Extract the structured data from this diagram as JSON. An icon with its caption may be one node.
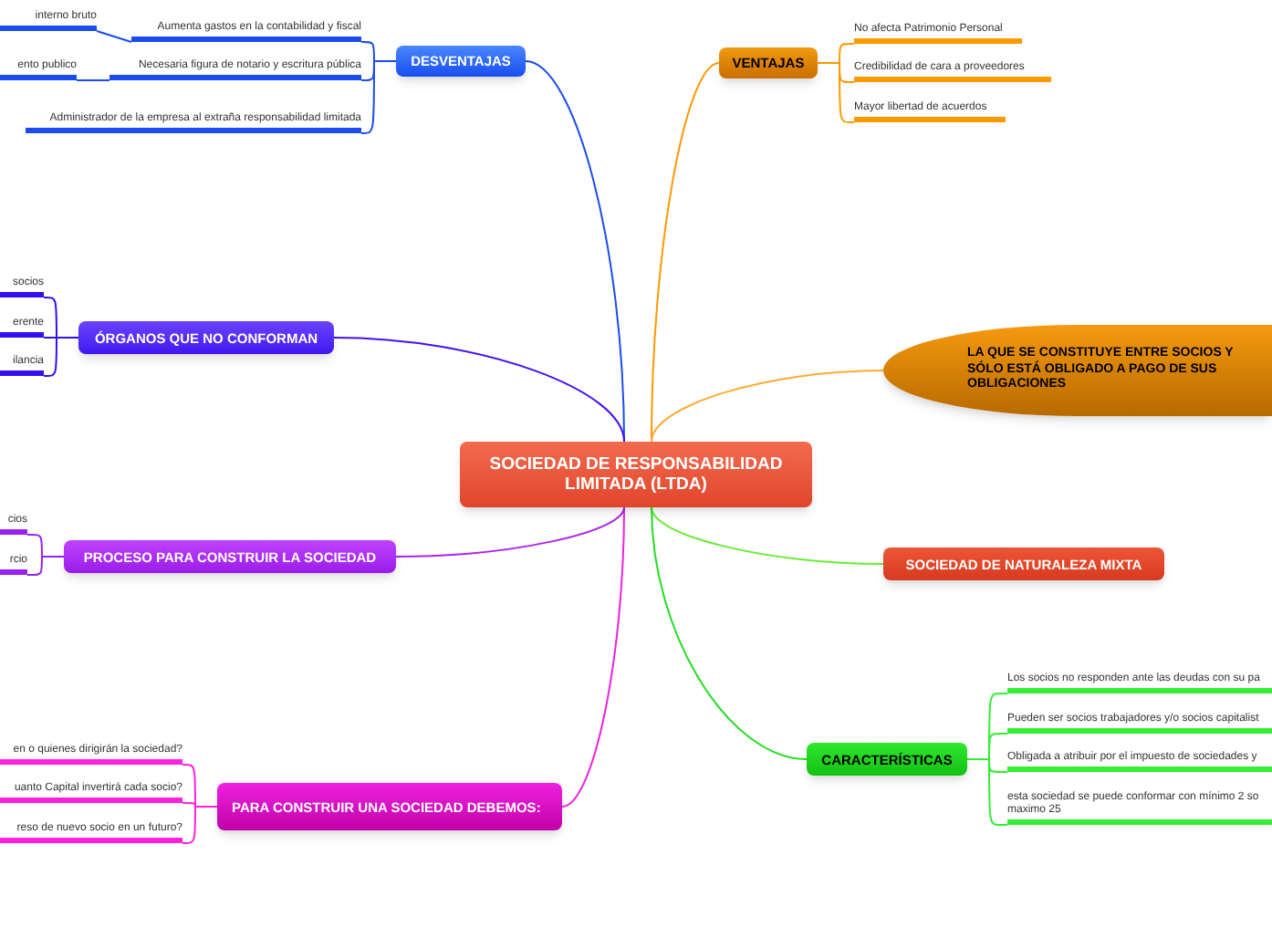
{
  "diagram": {
    "nodes": [
      {
        "text": [
          "SOCIEDAD DE RESPONSABILIDAD LIMITADA (LTDA)"
        ]
      },
      {
        "text": [
          "DESVENTAJAS"
        ]
      },
      {
        "text": [
          "Aumenta gastos en la contabilidad y fiscal"
        ]
      },
      {
        "text": [
          "interno bruto"
        ]
      },
      {
        "text": [
          "Necesaria figura de notario y escritura pública"
        ]
      },
      {
        "text": [
          "ento publico"
        ]
      },
      {
        "text": [
          "Administrador de la empresa al extraña responsabilidad limitada"
        ]
      },
      {
        "text": [
          "VENTAJAS"
        ]
      },
      {
        "text": [
          "No afecta Patrimonio Personal"
        ]
      },
      {
        "text": [
          "Credibilidad de cara a proveedores"
        ]
      },
      {
        "text": [
          "Mayor libertad de acuerdos"
        ]
      },
      {
        "text": [
          "LA QUE SE CONSTITUYE ENTRE SOCIOS Y SÓLO ESTÁ OBLIGADO A PAGO DE SUS OBLIGACIONES"
        ]
      },
      {
        "text": [
          "SOCIEDAD DE NATURALEZA MIXTA"
        ]
      },
      {
        "text": [
          "CARACTERÍSTICAS"
        ]
      },
      {
        "text": [
          "Los socios no responden ante las deudas con su pa"
        ]
      },
      {
        "text": [
          "Pueden ser socios trabajadores y/o socios capitalist"
        ]
      },
      {
        "text": [
          "Obligada a atribuir por el impuesto de sociedades y"
        ]
      },
      {
        "text": [
          "esta sociedad se puede conformar con mínimo 2 so maximo 25"
        ]
      },
      {
        "text": [
          "PARA CONSTRUIR UNA SOCIEDAD DEBEMOS:"
        ]
      },
      {
        "text": [
          "en o quienes dirigirán la sociedad?"
        ]
      },
      {
        "text": [
          "uanto Capital invertirá cada socio?"
        ]
      },
      {
        "text": [
          "reso de nuevo socio en un futuro?"
        ]
      },
      {
        "text": [
          "PROCESO PARA CONSTRUIR LA SOCIEDAD"
        ]
      },
      {
        "text": [
          "cios"
        ]
      },
      {
        "text": [
          "rcio"
        ]
      },
      {
        "text": [
          "ÓRGANOS QUE NO CONFORMAN"
        ]
      },
      {
        "text": [
          "socios"
        ]
      },
      {
        "text": [
          "erente"
        ]
      },
      {
        "text": [
          "ilancia"
        ]
      }
    ],
    "edges": [
      {
        "from": 0,
        "to": 1,
        "arrow": "none",
        "color": "#1a4cf0"
      },
      {
        "from": 1,
        "to": 2,
        "arrow": "none",
        "color": "#1a4cf0"
      },
      {
        "from": 2,
        "to": 3,
        "arrow": "none",
        "color": "#1a4cf0"
      },
      {
        "from": 1,
        "to": 4,
        "arrow": "none",
        "color": "#1a4cf0"
      },
      {
        "from": 4,
        "to": 5,
        "arrow": "none",
        "color": "#1a4cf0"
      },
      {
        "from": 1,
        "to": 6,
        "arrow": "none",
        "color": "#1a4cf0"
      },
      {
        "from": 0,
        "to": 7,
        "arrow": "none",
        "color": "#ff9900"
      },
      {
        "from": 7,
        "to": 8,
        "arrow": "none",
        "color": "#ff9900"
      },
      {
        "from": 7,
        "to": 9,
        "arrow": "none",
        "color": "#ff9900"
      },
      {
        "from": 7,
        "to": 10,
        "arrow": "none",
        "color": "#ff9900"
      },
      {
        "from": 0,
        "to": 11,
        "arrow": "none",
        "color": "#ffaa33"
      },
      {
        "from": 0,
        "to": 12,
        "arrow": "none",
        "color": "#66ee33"
      },
      {
        "from": 0,
        "to": 13,
        "arrow": "none",
        "color": "#22dd22"
      },
      {
        "from": 13,
        "to": 14,
        "arrow": "none",
        "color": "#33ee33"
      },
      {
        "from": 13,
        "to": 15,
        "arrow": "none",
        "color": "#33ee33"
      },
      {
        "from": 13,
        "to": 16,
        "arrow": "none",
        "color": "#33ee33"
      },
      {
        "from": 13,
        "to": 17,
        "arrow": "none",
        "color": "#33ee33"
      },
      {
        "from": 0,
        "to": 18,
        "arrow": "none",
        "color": "#ee22dd"
      },
      {
        "from": 18,
        "to": 19,
        "arrow": "none",
        "color": "#ff22dd"
      },
      {
        "from": 18,
        "to": 20,
        "arrow": "none",
        "color": "#ff22dd"
      },
      {
        "from": 18,
        "to": 21,
        "arrow": "none",
        "color": "#ff22dd"
      },
      {
        "from": 0,
        "to": 22,
        "arrow": "none",
        "color": "#aa22ee"
      },
      {
        "from": 22,
        "to": 23,
        "arrow": "none",
        "color": "#9922ee"
      },
      {
        "from": 22,
        "to": 24,
        "arrow": "none",
        "color": "#9922ee"
      },
      {
        "from": 0,
        "to": 25,
        "arrow": "none",
        "color": "#4411ee"
      },
      {
        "from": 25,
        "to": 26,
        "arrow": "none",
        "color": "#3311ee"
      },
      {
        "from": 25,
        "to": 27,
        "arrow": "none",
        "color": "#3311ee"
      },
      {
        "from": 25,
        "to": 28,
        "arrow": "none",
        "color": "#3311ee"
      }
    ]
  }
}
